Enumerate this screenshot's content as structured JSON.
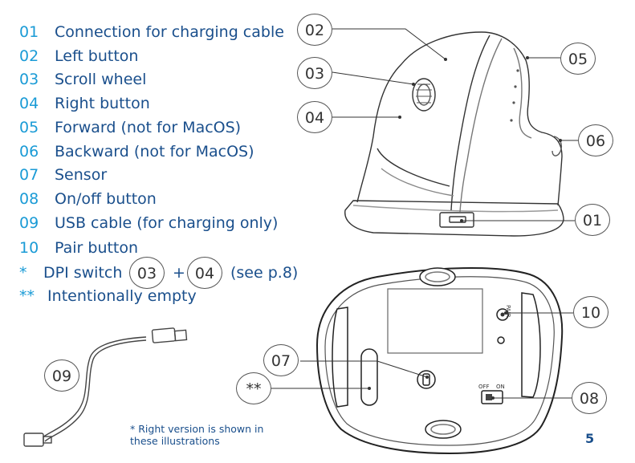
{
  "legend": [
    {
      "num": "01",
      "label": "Connection for charging cable"
    },
    {
      "num": "02",
      "label": "Left button"
    },
    {
      "num": "03",
      "label": "Scroll wheel"
    },
    {
      "num": "04",
      "label": "Right button"
    },
    {
      "num": "05",
      "label": "Forward (not for MacOS)"
    },
    {
      "num": "06",
      "label": "Backward (not for MacOS)"
    },
    {
      "num": "07",
      "label": "Sensor"
    },
    {
      "num": "08",
      "label": "On/off button"
    },
    {
      "num": "09",
      "label": "USB cable (for charging only)"
    },
    {
      "num": "10",
      "label": "Pair button"
    }
  ],
  "dpi": {
    "star": "*",
    "label": "DPI switch",
    "ref1": "03",
    "plus": "+",
    "ref2": "04",
    "suffix": "(see p.8)"
  },
  "empty": {
    "star": "**",
    "label": "Intentionally empty"
  },
  "callouts": {
    "c02": "02",
    "c03": "03",
    "c04": "04",
    "c05": "05",
    "c06": "06",
    "c01": "01",
    "c10": "10",
    "c07": "07",
    "c08": "08",
    "c09": "09",
    "cstar": "**"
  },
  "device_labels": {
    "pair": "PAIR",
    "off": "OFF",
    "on": "ON"
  },
  "footnote": {
    "line1": "* Right version is shown in",
    "line2": "these illustrations"
  },
  "page_number": "5"
}
